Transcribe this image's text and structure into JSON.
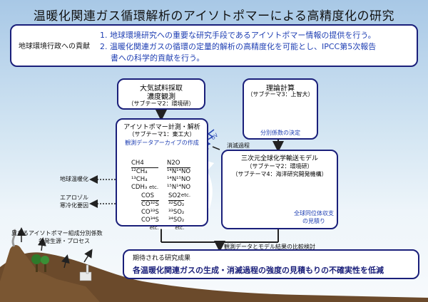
{
  "title": "温暖化関連ガス循環解析のアイソトポマーによる高精度化の研究",
  "contribution": {
    "label": "地球環境行政への貢献",
    "items": [
      "1. 地球環境研究への重要な研究手段であるアイソトポマー情報の提供を行う。",
      "2. 温暖化関連ガスの循環の定量的解析の高精度化を可能とし、IPCC第5次報告",
      "書への科学的貢献を行う。"
    ]
  },
  "sampling": {
    "line1": "大気試料採取",
    "line2": "濃度観測",
    "sub": "（サブテーマ2：環境研）"
  },
  "theory": {
    "title": "理論計算",
    "sub": "（サブテーマ3：上智大）",
    "note": "分別係数の決定"
  },
  "isotopomer": {
    "title": "アイソトポマー計測・解析",
    "sub": "（サブテーマ1：東工大）",
    "note": "観測データアーカイブの作成",
    "ch4": {
      "header": "CH4",
      "rows": [
        "¹²CH₄",
        "¹³CH₄",
        "CDH₃"
      ],
      "etc": "etc."
    },
    "n2o": {
      "header": "N2O",
      "rows": [
        "¹⁴N¹⁴NO",
        "¹⁴N¹⁵NO",
        "¹⁵N¹⁴NO"
      ],
      "etc": "etc."
    },
    "cos": {
      "header": "COS",
      "rows": [
        "CO³²S",
        "CO³³S",
        "CO³⁴S"
      ],
      "etc": "etc."
    },
    "so2": {
      "header": "SO2",
      "rows": [
        "³²SO₂",
        "³³SO₂",
        "³⁴SO₂"
      ],
      "etc": "etc."
    },
    "uv_label": "UV"
  },
  "model": {
    "title": "三次元全球化学輸送モデル",
    "sub1": "（サブテーマ2：環境研）",
    "sub2": "（サブテーマ4：海洋研究開発機構）",
    "note1": "全球同位体収支",
    "note2": "の見積り"
  },
  "labels": {
    "depletion": "消滅過程",
    "warming": "地球温暖化",
    "aerosol1": "エアロゾル",
    "aerosol2": "寒冷化要因",
    "fractionation1": "異なるアイソトポマー組成分別係数",
    "fractionation2": "各発生源・プロセス",
    "comparison": "観測データとモデル結果の比較検討"
  },
  "result": {
    "title": "期待される研究成果",
    "text": "各温暖化関連ガスの生成・消滅過程の強度の見積もりの不確実性を低減"
  },
  "colors": {
    "navy": "#1a1f7a",
    "blue": "#1f3fb3",
    "arrow": "#222222"
  }
}
